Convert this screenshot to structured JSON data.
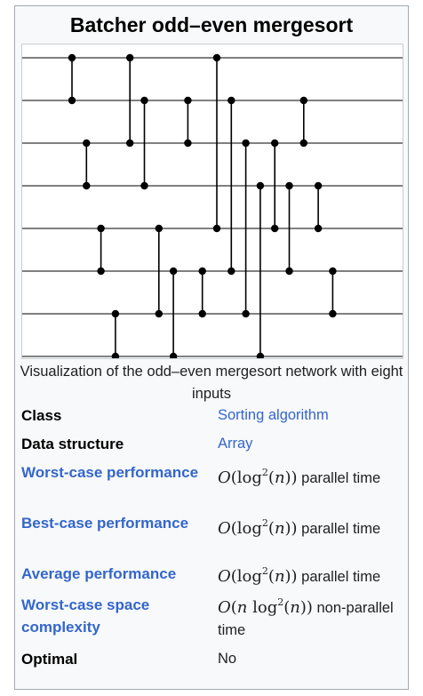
{
  "infobox": {
    "title": "Batcher odd–even mergesort",
    "caption": "Visualization of the odd–even mergesort network with eight inputs",
    "image_alt": "sorting-network-diagram",
    "rows": [
      {
        "label": "Class",
        "label_is_link": false,
        "value": "Sorting algorithm",
        "value_is_link": true
      },
      {
        "label": "Data structure",
        "label_is_link": false,
        "value": "Array",
        "value_is_link": true
      },
      {
        "label": "Worst-case performance",
        "label_is_link": true,
        "value_suffix": " parallel time"
      },
      {
        "label": "Best-case performance",
        "label_is_link": true,
        "value_suffix": " parallel time"
      },
      {
        "label": "Average performance",
        "label_is_link": true,
        "value_suffix": " parallel time"
      },
      {
        "label": "Worst-case space complexity",
        "label_is_link": true,
        "value_suffix": " non-parallel time"
      },
      {
        "label": "Optimal",
        "label_is_link": false,
        "value": "No",
        "value_is_link": false
      }
    ]
  },
  "network": {
    "wire_count": 8,
    "comparators": [
      [
        0,
        1
      ],
      [
        2,
        3
      ],
      [
        4,
        5
      ],
      [
        6,
        7
      ],
      [
        0,
        2
      ],
      [
        1,
        3
      ],
      [
        4,
        6
      ],
      [
        5,
        7
      ],
      [
        1,
        2
      ],
      [
        5,
        6
      ],
      [
        0,
        4
      ],
      [
        1,
        5
      ],
      [
        2,
        6
      ],
      [
        3,
        7
      ],
      [
        2,
        4
      ],
      [
        3,
        5
      ],
      [
        1,
        2
      ],
      [
        3,
        4
      ],
      [
        5,
        6
      ]
    ],
    "colors": {
      "wire": "#808080",
      "comparator": "#000000"
    }
  }
}
